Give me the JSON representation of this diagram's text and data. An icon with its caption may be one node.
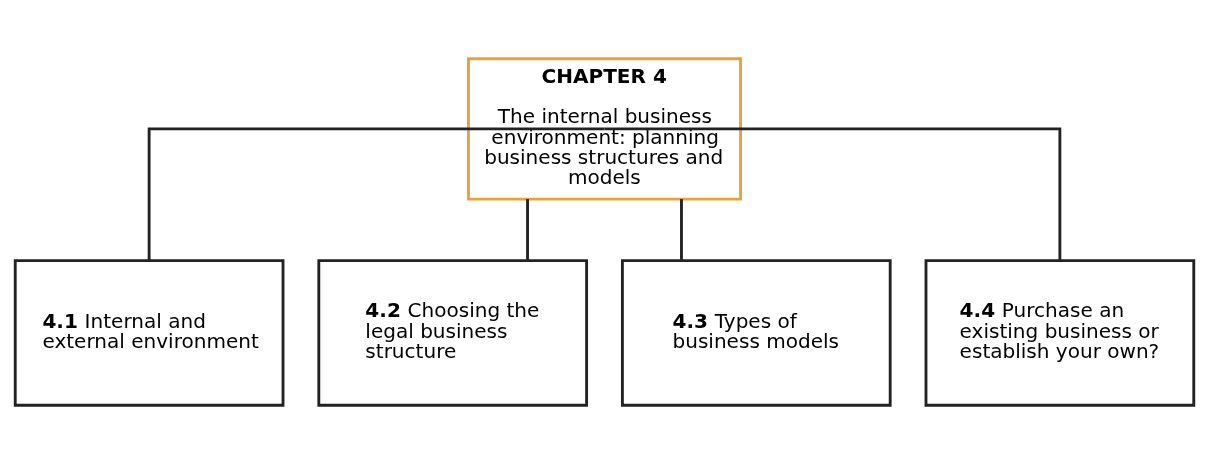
{
  "diagram": {
    "nodes": [
      {
        "text": [
          "CHAPTER 4",
          "The internal business environment: planning business structures and models"
        ]
      },
      {
        "text": [
          "**4.1** Internal and external environment"
        ]
      },
      {
        "text": [
          "**4.2** Choosing the legal business structure"
        ]
      },
      {
        "text": [
          "**4.3** Types of business models"
        ]
      },
      {
        "text": [
          "**4.4** Purchase an existing business or establish your own?"
        ]
      }
    ],
    "edges": [
      {
        "from": 0,
        "to": 1,
        "arrow": "none"
      },
      {
        "from": 0,
        "to": 2,
        "arrow": "none"
      },
      {
        "from": 0,
        "to": 3,
        "arrow": "none"
      },
      {
        "from": 0,
        "to": 4,
        "arrow": "none"
      }
    ]
  }
}
